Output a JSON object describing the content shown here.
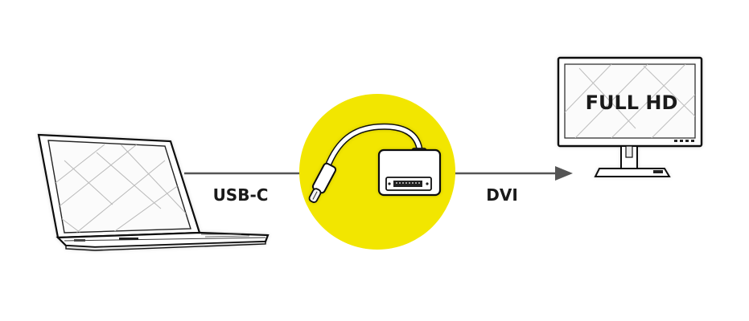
{
  "diagram": {
    "labels": {
      "cable_left": "USB-C",
      "cable_right": "DVI",
      "monitor_screen": "FULL HD"
    },
    "nodes": [
      {
        "id": "laptop",
        "icon": "laptop-icon"
      },
      {
        "id": "adapter",
        "icon": "usb-c-to-dvi-adapter-icon"
      },
      {
        "id": "monitor",
        "icon": "monitor-icon"
      }
    ],
    "colors": {
      "adapter_circle": "#f2e600",
      "lines": "#555555",
      "outline": "#111111"
    }
  }
}
